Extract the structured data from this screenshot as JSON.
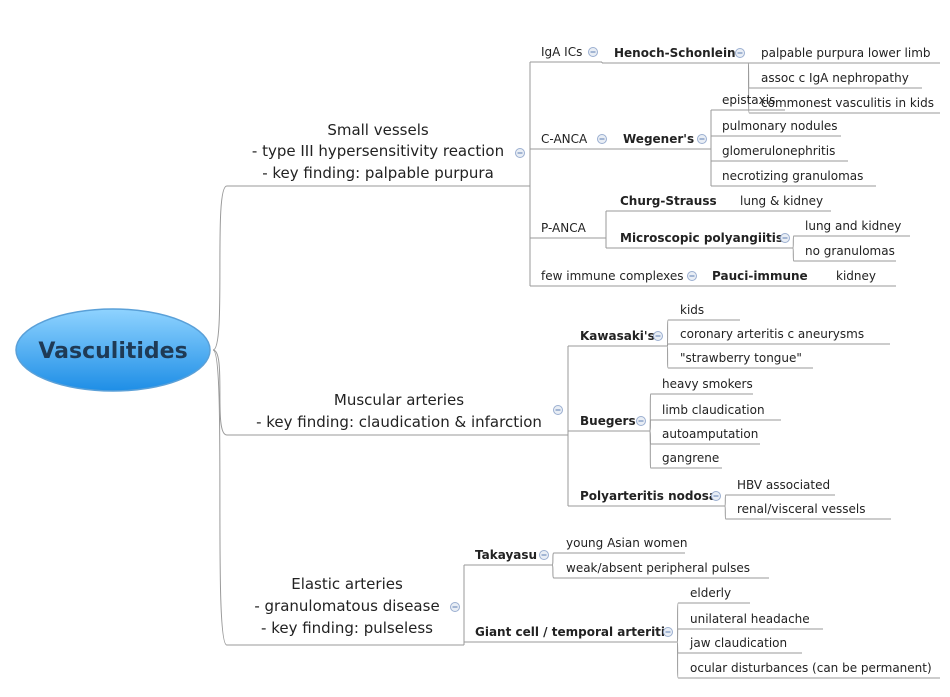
{
  "root": "Vasculitides",
  "colors": {
    "root_fill_top": "#8fd3ff",
    "root_fill_bottom": "#1e8ee6",
    "root_stroke": "#5aa0d8",
    "line": "#9a9a9a",
    "toggle": "#5d7fb4"
  },
  "icons": {
    "toggle": "minus-toggle-icon"
  },
  "branches": [
    {
      "id": "small",
      "lines": [
        "Small vessels",
        "- type III hypersensitivity reaction",
        "- key finding: palpable purpura"
      ],
      "groups": [
        {
          "label": "IgA ICs",
          "diseases": [
            {
              "name": "Henoch-Schonlein",
              "findings": [
                "palpable purpura lower limb",
                "assoc c IgA nephropathy",
                "commonest vasculitis in kids"
              ]
            }
          ]
        },
        {
          "label": "C-ANCA",
          "diseases": [
            {
              "name": "Wegener's",
              "findings": [
                "epistaxis",
                "pulmonary nodules",
                "glomerulonephritis",
                "necrotizing granulomas"
              ]
            }
          ]
        },
        {
          "label": "P-ANCA",
          "diseases": [
            {
              "name": "Churg-Strauss",
              "findings": [
                "lung & kidney"
              ]
            },
            {
              "name": "Microscopic polyangiitis",
              "findings": [
                "lung and kidney",
                "no granulomas"
              ]
            }
          ]
        },
        {
          "label": "few immune complexes",
          "diseases": [
            {
              "name": "Pauci-immune",
              "findings": [
                "kidney"
              ]
            }
          ]
        }
      ]
    },
    {
      "id": "muscular",
      "lines": [
        "Muscular arteries",
        "- key finding: claudication & infarction"
      ],
      "diseases": [
        {
          "name": "Kawasaki's",
          "findings": [
            "kids",
            "coronary arteritis c aneurysms",
            "\"strawberry tongue\""
          ]
        },
        {
          "name": "Buegers",
          "findings": [
            "heavy smokers",
            "limb claudication",
            "autoamputation",
            "gangrene"
          ]
        },
        {
          "name": "Polyarteritis nodosa",
          "findings": [
            "HBV associated",
            "renal/visceral vessels"
          ]
        }
      ]
    },
    {
      "id": "elastic",
      "lines": [
        "Elastic arteries",
        "- granulomatous disease",
        "- key finding: pulseless"
      ],
      "diseases": [
        {
          "name": "Takayasu",
          "findings": [
            "young Asian women",
            "weak/absent peripheral pulses"
          ]
        },
        {
          "name": "Giant cell / temporal arteritis",
          "findings": [
            "elderly",
            "unilateral headache",
            "jaw claudication",
            "ocular disturbances (can be permanent)"
          ]
        }
      ]
    }
  ]
}
